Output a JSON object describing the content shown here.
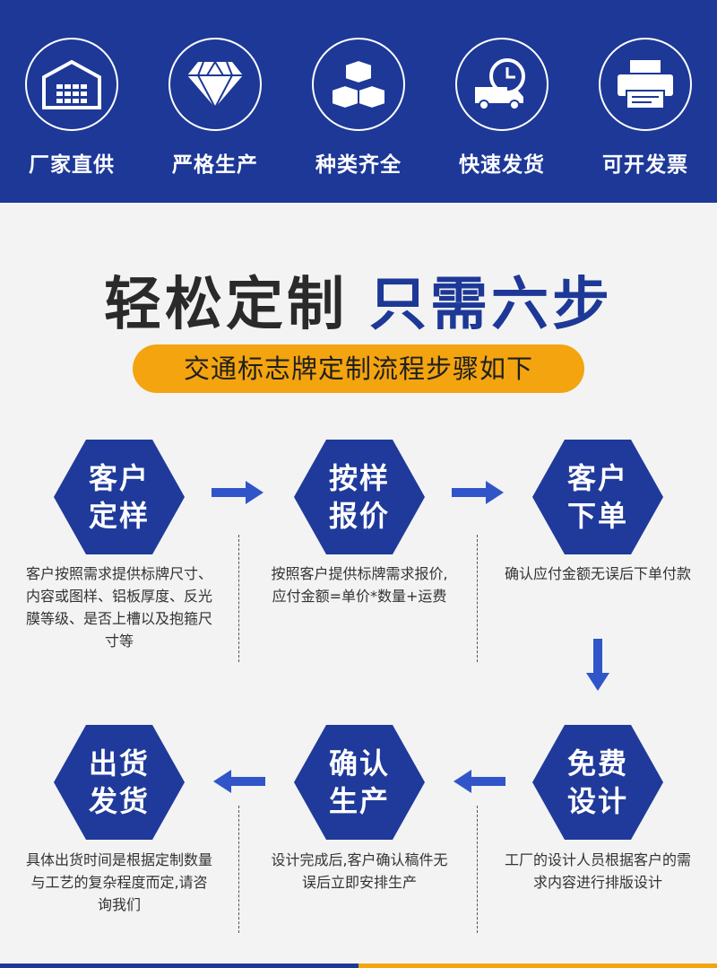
{
  "features": [
    {
      "label": "厂家直供",
      "icon": "warehouse-icon"
    },
    {
      "label": "严格生产",
      "icon": "diamond-icon"
    },
    {
      "label": "种类齐全",
      "icon": "boxes-icon"
    },
    {
      "label": "快速发货",
      "icon": "delivery-truck-icon"
    },
    {
      "label": "可开发票",
      "icon": "printer-icon"
    }
  ],
  "headline": {
    "part1": "轻松定制",
    "part2": "只需六步"
  },
  "subtitle": "交通标志牌定制流程步骤如下",
  "steps": [
    {
      "line1": "客户",
      "line2": "定样",
      "desc": "客户按照需求提供标牌尺寸、内容或图样、铝板厚度、反光膜等级、是否上槽以及抱箍尺寸等"
    },
    {
      "line1": "按样",
      "line2": "报价",
      "desc": "按照客户提供标牌需求报价,应付金额=单价*数量+运费"
    },
    {
      "line1": "客户",
      "line2": "下单",
      "desc": "确认应付金额无误后下单付款"
    },
    {
      "line1": "免费",
      "line2": "设计",
      "desc": "工厂的设计人员根据客户的需求内容进行排版设计"
    },
    {
      "line1": "确认",
      "line2": "生产",
      "desc": "设计完成后,客户确认稿件无误后立即安排生产"
    },
    {
      "line1": "出货",
      "line2": "发货",
      "desc": "具体出货时间是根据定制数量与工艺的复杂程度而定,请咨询我们"
    }
  ],
  "colors": {
    "primary": "#1d3897",
    "accent": "#f3a40f",
    "hex": "#1f3a9a"
  }
}
